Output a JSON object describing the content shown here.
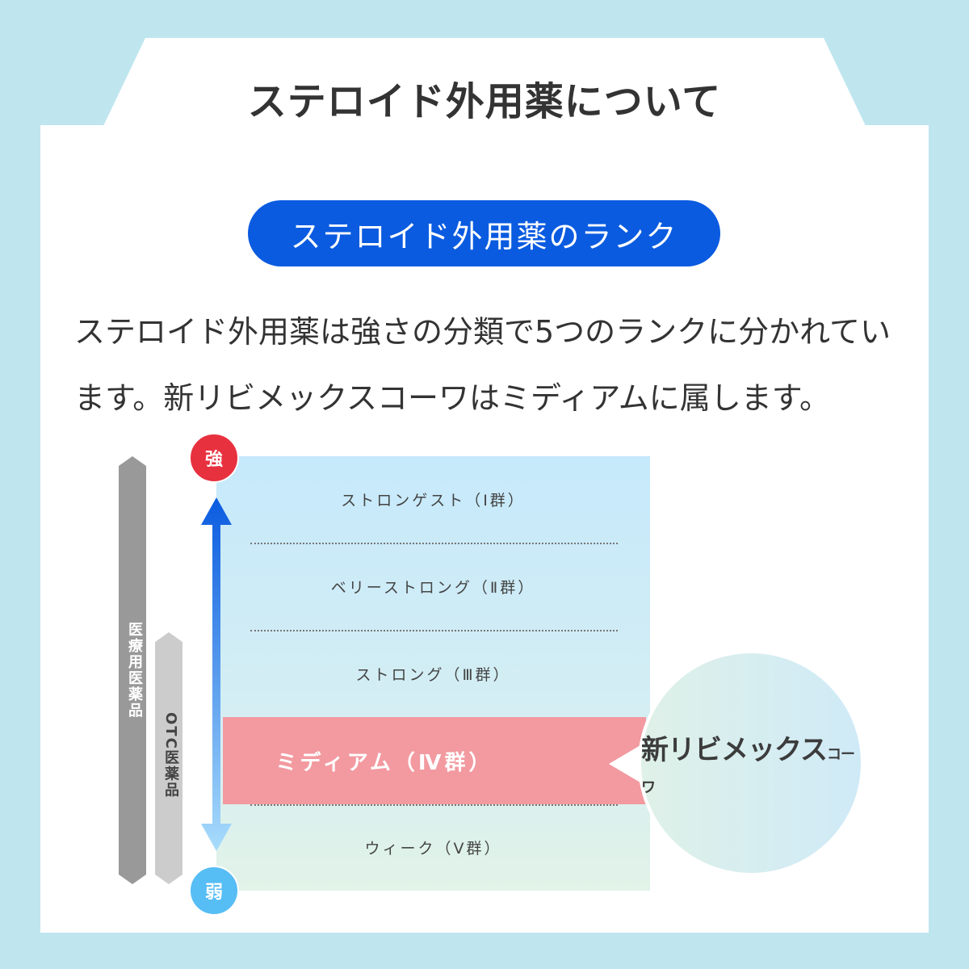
{
  "header": {
    "title": "ステロイド外用薬について"
  },
  "section": {
    "pill": "ステロイド外用薬のランク"
  },
  "description": {
    "text": "ステロイド外用薬は強さの分類で5つのランクに分かれています。新リビメックスコーワはミディアムに属します。"
  },
  "diagram": {
    "strong": "強",
    "weak": "弱",
    "medical": "医療用医薬品",
    "otc": "OTC医薬品",
    "ranks": [
      {
        "label": "ストロンゲスト（Ⅰ群）"
      },
      {
        "label": "ベリーストロング（Ⅱ群）"
      },
      {
        "label": "ストロング（Ⅲ群）"
      },
      {
        "label": "ミディアム（Ⅳ群）"
      },
      {
        "label": "ウィーク（Ⅴ群）"
      }
    ],
    "product": {
      "name": "新リビメックス",
      "suffix": "コーワ"
    },
    "colors": {
      "strong": "#e8313f",
      "weak": "#57bdf5",
      "highlight": "#f29aa0",
      "accent": "#0a5be0"
    }
  }
}
